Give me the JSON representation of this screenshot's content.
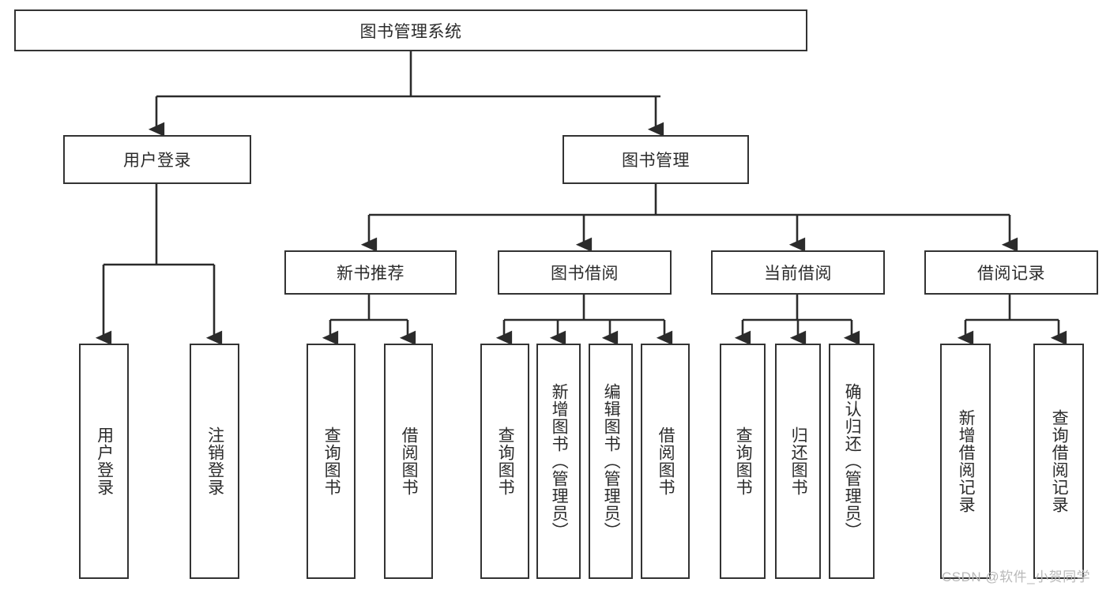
{
  "diagram": {
    "title": "图书管理系统",
    "root": {
      "label": "图书管理系统"
    },
    "level1": [
      {
        "label": "用户登录"
      },
      {
        "label": "图书管理"
      }
    ],
    "level2": [
      {
        "label": "新书推荐"
      },
      {
        "label": "图书借阅"
      },
      {
        "label": "当前借阅"
      },
      {
        "label": "借阅记录"
      }
    ],
    "leaves": [
      {
        "label": "用户登录"
      },
      {
        "label": "注销登录"
      },
      {
        "label": "查询图书"
      },
      {
        "label": "借阅图书"
      },
      {
        "label": "查询图书"
      },
      {
        "label": "新增图书（管理员）"
      },
      {
        "label": "编辑图书（管理员）"
      },
      {
        "label": "借阅图书"
      },
      {
        "label": "查询图书"
      },
      {
        "label": "归还图书"
      },
      {
        "label": "确认归还（管理员）"
      },
      {
        "label": "新增借阅记录"
      },
      {
        "label": "查询借阅记录"
      }
    ]
  },
  "watermark": {
    "text": "CSDN @软件_小贺同学"
  },
  "colors": {
    "stroke": "#333333",
    "background": "#ffffff",
    "text": "#2b2b2b",
    "watermark": "#b9b9b9"
  }
}
